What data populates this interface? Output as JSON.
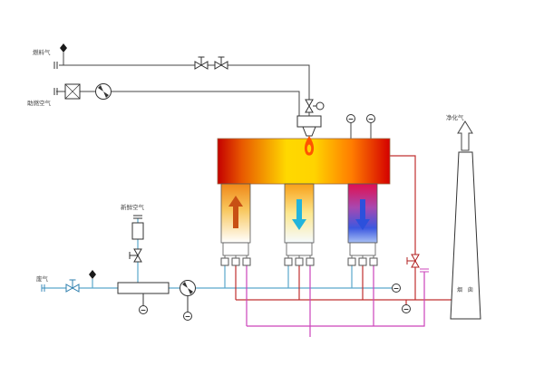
{
  "diagram": {
    "type": "process-flow-schematic",
    "labels": {
      "fuel_gas": "燃料气",
      "combustion_air": "助燃空气",
      "fresh_air": "新鲜空气",
      "waste_gas": "废气",
      "clean_gas": "净化气",
      "stack": "烟 囱"
    },
    "colors": {
      "waste_gas_pipe": "#5aa8cc",
      "hot_gas_pipe": "#c03030",
      "purge_pipe": "#cc44bb",
      "utility_pipe": "#444444",
      "flame_outer": "#ff5500",
      "flame_inner": "#ffd400",
      "chamber_gradient_left": "#c40000",
      "chamber_gradient_center": "#ffd800",
      "chamber_gradient_right": "#d40000",
      "tower1_arrow": "#c85014",
      "tower2_arrow": "#22b4dc",
      "tower3_arrow": "#2c50dc"
    }
  }
}
